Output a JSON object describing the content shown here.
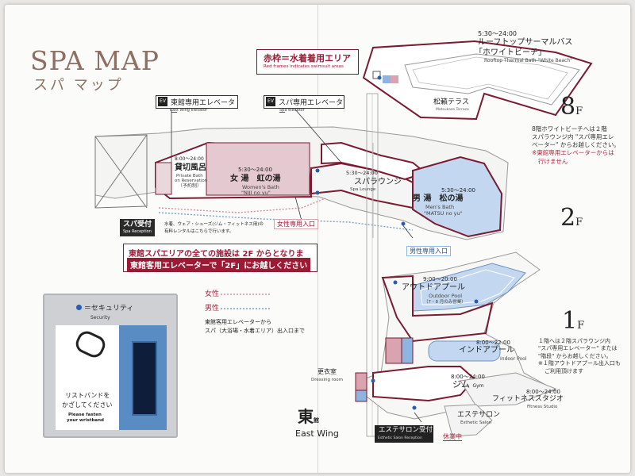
{
  "header": {
    "title": "SPA MAP",
    "title_jp": "スパ マップ"
  },
  "legend_box": {
    "line1": "赤枠＝水着着用エリア",
    "line2": "Red frames indicates swimsuit areas"
  },
  "elevators": {
    "east_jp": "東館専用エレベーター",
    "east_en": "East Wing elevator",
    "spa_jp": "スパ専用エレベーター",
    "spa_en": "Spa elevator",
    "icon_text": "EV"
  },
  "floors": {
    "f8": "8",
    "f2": "2",
    "f1": "1",
    "suffix": "F"
  },
  "rooftop": {
    "time": "5:30〜24:00",
    "name": "ルーフトップサーマルバス",
    "name2": "「ホワイトビーチ」",
    "en": "Rooftop Thermal Bath \"White Beach\""
  },
  "terrace": {
    "name": "松籟テラス",
    "en": "Matsukaze Terrace"
  },
  "note8": {
    "l1": "8階ホワイトビーチへは２階",
    "l2": "スパラウンジ内 \"スパ専用エレ",
    "l3": "ベーター\" からお越しください。",
    "l4": "※東館専用エレベーターからは",
    "l5": "行けません"
  },
  "private_bath": {
    "time": "8:00〜24:00",
    "name": "貸切風呂",
    "en1": "Private Bath",
    "en2": "on Reservation",
    "res": "（予約制）"
  },
  "women_bath": {
    "time": "5:30〜24:00",
    "name": "女 湯　虹の湯",
    "en1": "Women's Bath",
    "en2": "\"NIJI no yu\""
  },
  "spa_lounge": {
    "time": "5:30〜24:00",
    "name": "スパラウンジ",
    "en": "Spa Lounge"
  },
  "men_bath": {
    "time": "5:30〜24:00",
    "name": "男 湯　松の湯",
    "en1": "Men's Bath",
    "en2": "\"MATSU no yu\""
  },
  "spa_reception": {
    "jp": "スパ受付",
    "en": "Spa Reception",
    "rental1": "水着、ウェア・シューズ(ジム・フィットネス用)の",
    "rental2": "有料レンタルはこちらで行います。"
  },
  "entrances": {
    "women": "女性専用入口",
    "men": "男性専用入口"
  },
  "info": {
    "line1": "東館スパエリアの全ての施設は 2F からとなります。",
    "line2": "東館客用エレベーターで「2F」にお越しください"
  },
  "security": {
    "label": "＝セキュリティ",
    "en": "Security",
    "jp1": "リストバンドを",
    "jp2": "かざしてください",
    "en1": "Please fasten",
    "en2": "your wristband"
  },
  "route_legend": {
    "women": "女性",
    "men": "男性",
    "d1": "東館客用エレベーターから",
    "d2": "スパ（大浴場・水着エリア）出入口まで"
  },
  "outdoor_pool": {
    "time": "9:00〜20:00",
    "name": "アウトドアプール",
    "en": "Outdoor Pool",
    "season": "（7・8 月のみ営業）"
  },
  "indoor_pool": {
    "time": "8:00〜22:00",
    "name": "インドアプール",
    "en": "Indoor Pool"
  },
  "gym": {
    "time": "8:00〜24:00",
    "name": "ジム",
    "en": "Gym"
  },
  "fitness": {
    "time": "8:00〜24:00",
    "name": "フィットネススタジオ",
    "en": "Fitness Studio"
  },
  "dressing": {
    "name": "更衣室",
    "en": "Dressing room"
  },
  "esthe": {
    "name": "エステサロン",
    "en": "Esthetic Salon",
    "recept_jp": "エステサロン受付",
    "recept_en": "Esthetic Salon Reception",
    "closed": "休業中"
  },
  "note1": {
    "l1": "１階へは２階スパラウンジ内",
    "l2": "\"スパ専用エレベーター\" または",
    "l3": "\"階段\" からお越しください。",
    "l4": "※１階アウトドアプール出入口も",
    "l5": "ご利用頂けます"
  },
  "east_wing": {
    "kanji": "東",
    "small": "館",
    "en": "East Wing"
  }
}
